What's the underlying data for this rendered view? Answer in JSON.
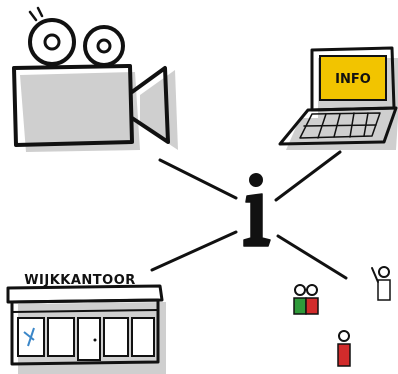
{
  "diagram": {
    "center": {
      "symbol": "i"
    },
    "nodes": [
      {
        "id": "video",
        "icon": "video-camera-icon"
      },
      {
        "id": "laptop",
        "icon": "laptop-icon",
        "screen_text": "INFO",
        "screen_color": "#f2c400"
      },
      {
        "id": "office",
        "icon": "office-building-icon",
        "sign_text": "WIJKKANTOOR"
      },
      {
        "id": "people",
        "icon": "people-icon"
      }
    ],
    "colors": {
      "ink": "#111111",
      "shadow": "#cfcfcf",
      "laptop_screen": "#f2c400",
      "window_accent": "#3a86c8",
      "person_green": "#2f9a3a",
      "person_red": "#d22b2b"
    }
  }
}
